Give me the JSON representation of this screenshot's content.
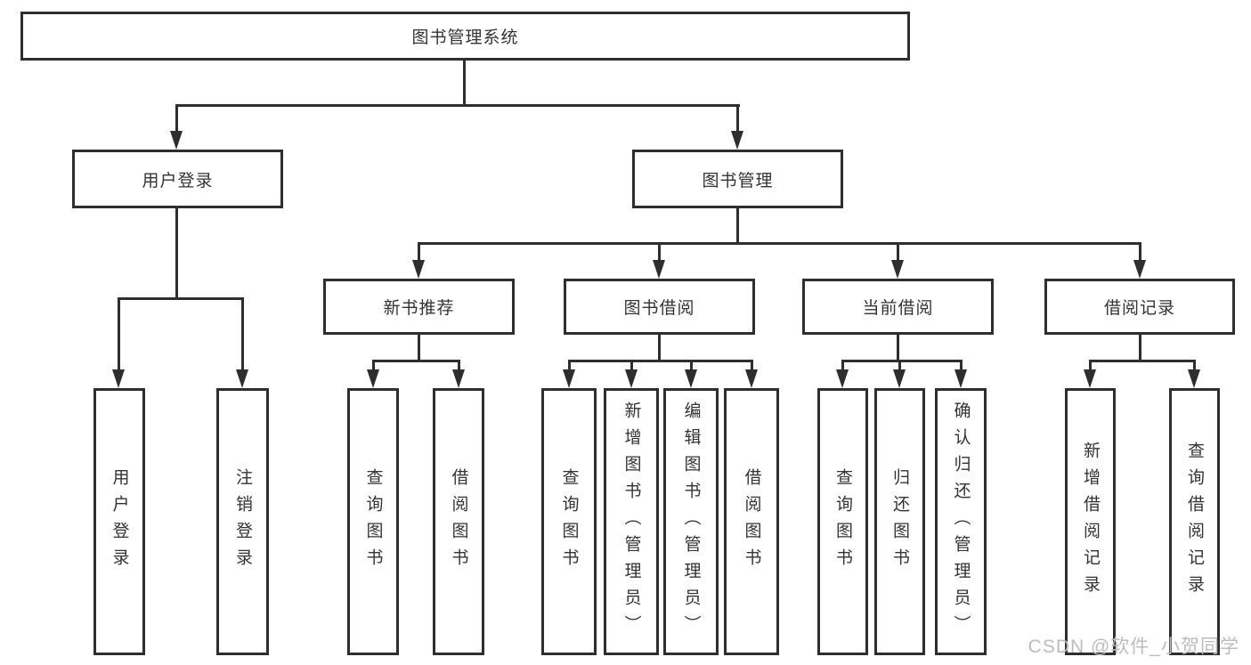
{
  "title": "图书管理系统",
  "colors": {
    "line": "#2e2e2e",
    "text": "#333333",
    "box_bg": "#ffffff",
    "watermark": "#bcbcbc",
    "canvas_bg": "#ffffff"
  },
  "tree": {
    "root": {
      "label": "图书管理系统",
      "children": [
        {
          "label": "用户登录",
          "children": [
            {
              "label": "用户登录"
            },
            {
              "label": "注销登录"
            }
          ]
        },
        {
          "label": "图书管理",
          "children": [
            {
              "label": "新书推荐",
              "children": [
                {
                  "label": "查询图书"
                },
                {
                  "label": "借阅图书"
                }
              ]
            },
            {
              "label": "图书借阅",
              "children": [
                {
                  "label": "查询图书"
                },
                {
                  "label": "新增图书（管理员）"
                },
                {
                  "label": "编辑图书（管理员）"
                },
                {
                  "label": "借阅图书"
                }
              ]
            },
            {
              "label": "当前借阅",
              "children": [
                {
                  "label": "查询图书"
                },
                {
                  "label": "归还图书"
                },
                {
                  "label": "确认归还（管理员）"
                }
              ]
            },
            {
              "label": "借阅记录",
              "children": [
                {
                  "label": "新增借阅记录"
                },
                {
                  "label": "查询借阅记录"
                }
              ]
            }
          ]
        }
      ]
    }
  },
  "watermark": {
    "text": "CSDN @软件_小贺同学"
  }
}
